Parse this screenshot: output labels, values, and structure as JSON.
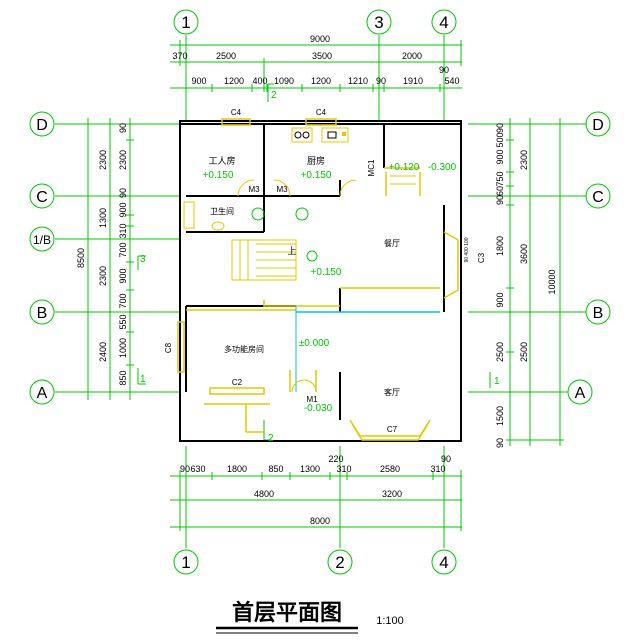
{
  "drawing": {
    "title": "首层平面图",
    "scale": "1:100"
  },
  "axes": {
    "top": [
      "1",
      "3",
      "4"
    ],
    "bottom": [
      "1",
      "2",
      "4"
    ],
    "left": [
      "D",
      "C",
      "1/B",
      "B",
      "A"
    ],
    "right": [
      "D",
      "C",
      "B",
      "A"
    ]
  },
  "dims_top": {
    "overall": "9000",
    "row2": [
      "370",
      "2500",
      "3500",
      "2000",
      "90"
    ],
    "row3": [
      "900",
      "1200",
      "400",
      "1090",
      "1200",
      "1210",
      "90",
      "1910",
      "540"
    ]
  },
  "dims_bottom": {
    "row1": [
      "90",
      "630",
      "1800",
      "850",
      "1300",
      "220",
      "310",
      "2580",
      "310",
      "90"
    ],
    "row2": [
      "4800",
      "3200"
    ],
    "overall": "8000"
  },
  "dims_left": {
    "outer": "8500",
    "middle": [
      "2300",
      "1300",
      "2300",
      "2400"
    ],
    "inner": [
      "90",
      "2300",
      "90",
      "900",
      "310",
      "700",
      "900",
      "700",
      "550",
      "1000",
      "850"
    ]
  },
  "dims_right": {
    "outer": "10000",
    "middle": [
      "2300",
      "3600",
      "2500"
    ],
    "inner": [
      "90",
      "500",
      "900",
      "750",
      "60",
      "90",
      "1800",
      "900",
      "2500",
      "1500",
      "90"
    ]
  },
  "rooms": {
    "worker": "工人房",
    "kitchen": "厨房",
    "toilet": "卫生间",
    "dining": "餐厅",
    "multi": "多功能房间",
    "living": "客厅"
  },
  "levels": {
    "worker": "+0.150",
    "kitchen": "+0.150",
    "stair": "+0.150",
    "mc1_a": "+0.120",
    "mc1_b": "-0.300",
    "hall": "±0.000",
    "entry": "-0.030"
  },
  "tags": {
    "c4_a": "C4",
    "c4_b": "C4",
    "c2": "C2",
    "c7": "C7",
    "c3": "C3",
    "c8": "C8",
    "m3_a": "M3",
    "m3_b": "M3",
    "m1": "M1",
    "mc1": "MC1",
    "up": "上",
    "sec1": "1",
    "sec1b": "1",
    "sec2": "2",
    "sec2b": "2",
    "sec3": "3",
    "bay": "90 400 100"
  },
  "colors": {
    "dim": "#00c800",
    "wall": "#000000",
    "window": "#e6c800",
    "label": "#000000",
    "glass": "#00c8c8"
  }
}
